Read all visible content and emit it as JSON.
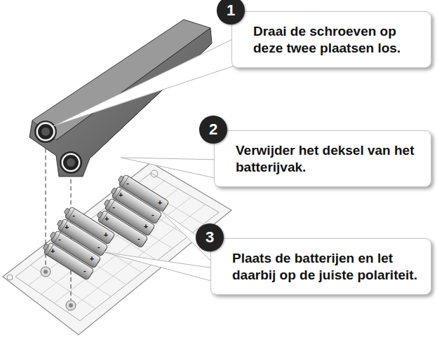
{
  "diagram": {
    "nodes": [
      {
        "text": [
          "Draai de schroeven op deze twee plaatsen los."
        ]
      },
      {
        "text": [
          "1"
        ],
        "in": 0
      },
      {
        "text": [
          "Verwijder het deksel van het batterijvak."
        ]
      },
      {
        "text": [
          "2"
        ],
        "in": 2
      },
      {
        "text": [
          "Plaats de batterijen en let daarbij op de juiste polariteit."
        ]
      },
      {
        "text": [
          "3"
        ],
        "in": 4
      }
    ],
    "labels": [
      "-",
      "+",
      "+",
      "-",
      "-",
      "+",
      "+",
      "-",
      "-",
      "+",
      "+",
      "-",
      "-",
      "+",
      "+",
      "-"
    ]
  }
}
